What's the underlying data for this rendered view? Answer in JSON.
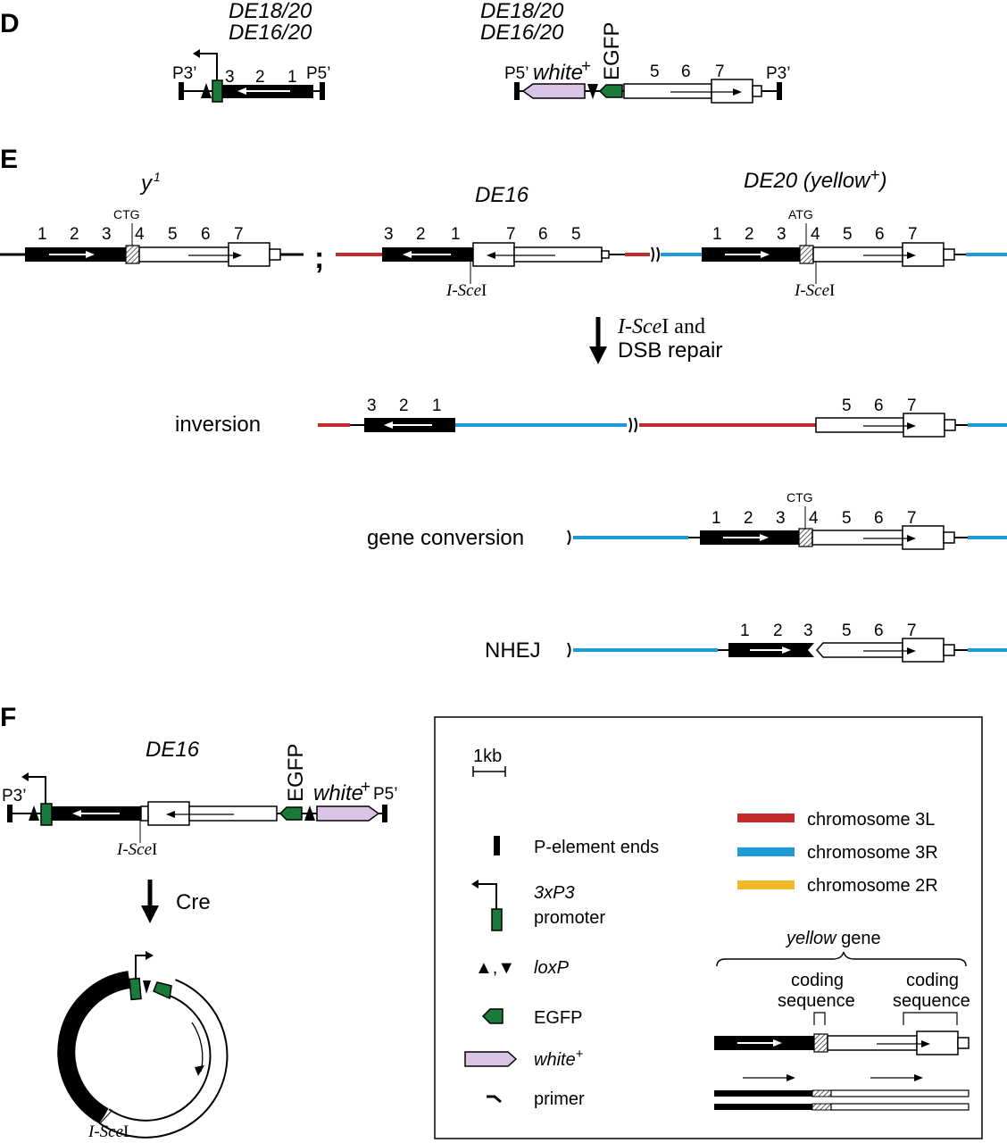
{
  "colors": {
    "chromosome_3L": "#c42a28",
    "chromosome_3R": "#1e9ad6",
    "chromosome_2R": "#f1b82a",
    "egfp": "#1a7a3a",
    "white_plus": "#d9c4e6"
  },
  "panel_d": {
    "letter": "D",
    "left_label_1": "DE18/20",
    "left_label_2": "DE16/20",
    "right_label_1": "DE18/20",
    "right_label_2": "DE16/20",
    "left_p3": "P3’",
    "left_p5": "P5’",
    "left_exons": [
      "3",
      "2",
      "1"
    ],
    "right_p5": "P5’",
    "right_white": "white",
    "right_white_sup": "+",
    "right_egfp": "EGFP",
    "right_exons": [
      "5",
      "6",
      "7"
    ],
    "right_p3": "P3’"
  },
  "panel_e": {
    "letter": "E",
    "y1_label": "y",
    "y1_sup": "1",
    "y1_codon": "CTG",
    "y1_exons": [
      "1",
      "2",
      "3",
      "4",
      "5",
      "6",
      "7"
    ],
    "semicolon": ";",
    "de16_label": "DE16",
    "de16_exons": [
      "3",
      "2",
      "1",
      "7",
      "6",
      "5"
    ],
    "de16_isce": "I-Sce",
    "de16_isce_roman": "I",
    "de20_label": "DE20 (yellow",
    "de20_sup": "+",
    "de20_close": ")",
    "de20_codon": "ATG",
    "de20_exons": [
      "1",
      "2",
      "3",
      "4",
      "5",
      "6",
      "7"
    ],
    "de20_isce": "I-Sce",
    "de20_isce_roman": "I",
    "arrow_text_1_it": "I-Sce",
    "arrow_text_1_rest": "I and",
    "arrow_text_2": "DSB repair",
    "inversion_label": "inversion",
    "inversion_left_exons": [
      "3",
      "2",
      "1"
    ],
    "inversion_right_exons": [
      "5",
      "6",
      "7"
    ],
    "gc_label": "gene conversion",
    "gc_codon": "CTG",
    "gc_exons": [
      "1",
      "2",
      "3",
      "4",
      "5",
      "6",
      "7"
    ],
    "nhej_label": "NHEJ",
    "nhej_left_exons": [
      "1",
      "2",
      "3"
    ],
    "nhej_right_exons": [
      "5",
      "6",
      "7"
    ]
  },
  "panel_f": {
    "letter": "F",
    "de16_label": "DE16",
    "egfp": "EGFP",
    "white": "white",
    "white_sup": "+",
    "p3": "P3’",
    "p5": "P5’",
    "isce": "I-Sce",
    "isce_roman": "I",
    "cre": "Cre",
    "circle_isce": "I-Sce",
    "circle_isce_roman": "I"
  },
  "legend": {
    "scale": "1kb",
    "p_ends": "P-element ends",
    "promoter_1": "3xP3",
    "promoter_2": "promoter",
    "loxp_symbol": "▲,▼",
    "loxp": "loxP",
    "egfp": "EGFP",
    "white": "white",
    "white_sup": "+",
    "primer": "primer",
    "chr_3l": "chromosome  3L",
    "chr_3r": "chromosome  3R",
    "chr_2r": "chromosome  2R",
    "yellow_gene_it": "yellow",
    "yellow_gene_rest": " gene",
    "coding_1a": "coding",
    "coding_1b": "sequence",
    "coding_2a": "coding",
    "coding_2b": "sequence"
  }
}
